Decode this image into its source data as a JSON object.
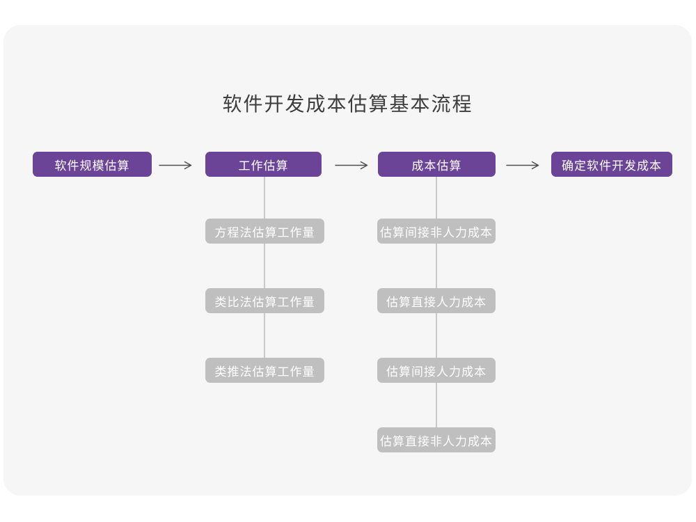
{
  "page": {
    "title": "软件开发成本估算基本流程"
  },
  "flow": {
    "main_steps": [
      {
        "label": "软件规模估算"
      },
      {
        "label": "工作估算"
      },
      {
        "label": "成本估算"
      },
      {
        "label": "确定软件开发成本"
      }
    ],
    "work_estimation_methods": [
      {
        "label": "方程法估算工作量"
      },
      {
        "label": "类比法估算工作量"
      },
      {
        "label": "类推法估算工作量"
      }
    ],
    "cost_estimation_steps": [
      {
        "label": "估算间接非人力成本"
      },
      {
        "label": "估算直接人力成本"
      },
      {
        "label": "估算间接人力成本"
      },
      {
        "label": "估算直接非人力成本"
      }
    ]
  },
  "icons": {
    "flow_arrow": "→"
  },
  "colors": {
    "primary_box": "#6b4397",
    "secondary_box": "#bfbfbf",
    "canvas_background": "#f6f6f6",
    "page_background": "#ffffff",
    "arrow": "#4d4d4d",
    "connector_line": "#c9c9c9",
    "title_text": "#3d3d3d",
    "box_text": "#ffffff"
  }
}
